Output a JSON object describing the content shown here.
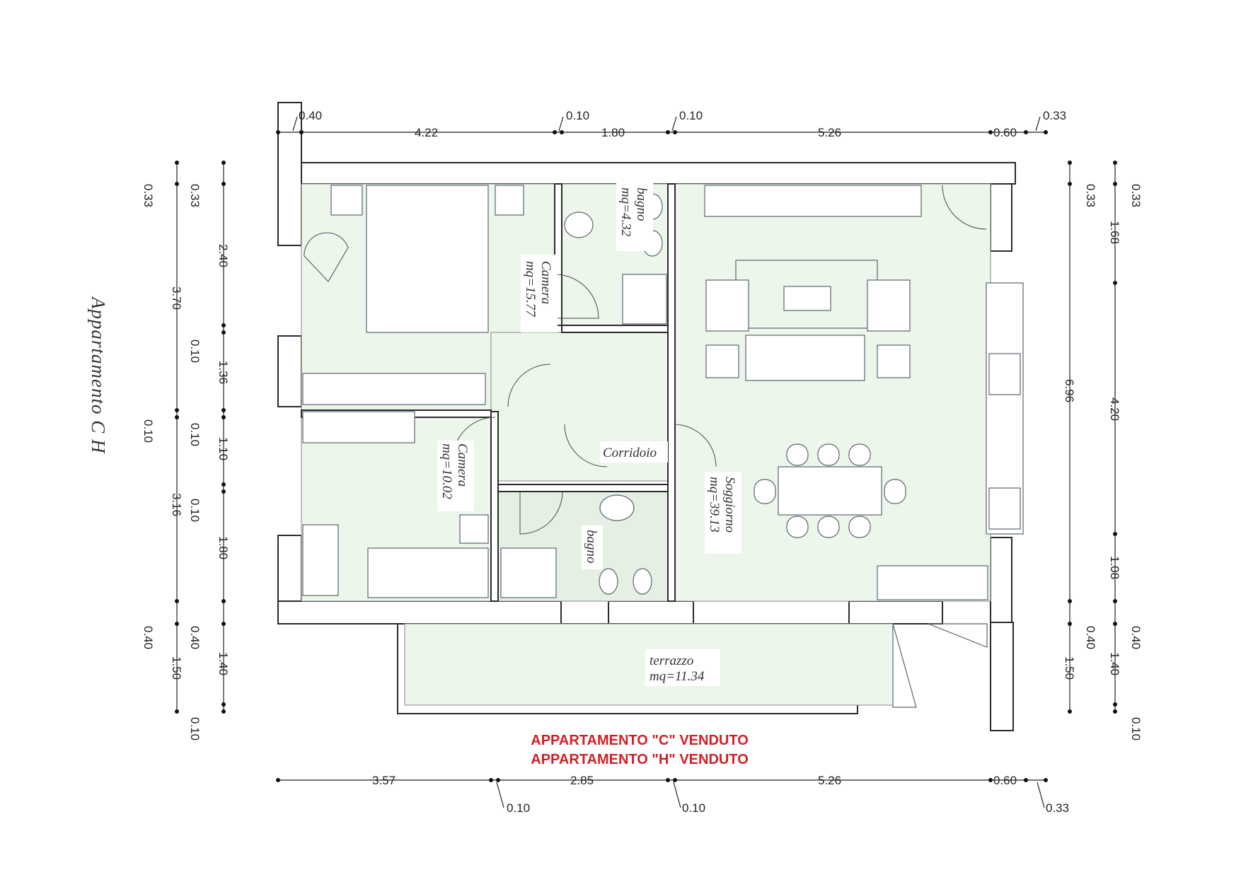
{
  "plan_title": "Appartamento  C  H",
  "sold_notices": [
    "APPARTAMENTO \"C\" VENDUTO",
    "APPARTAMENTO \"H\" VENDUTO"
  ],
  "rooms": {
    "camera1": {
      "name": "Camera",
      "area": "mq=15.77"
    },
    "bagno1": {
      "name": "bagno",
      "area": "mq=4.32"
    },
    "camera2": {
      "name": "Camera",
      "area": "mq=10.02"
    },
    "bagno2": {
      "name": "bagno"
    },
    "corridoio": {
      "name": "Corridoio"
    },
    "soggiorno": {
      "name": "Soggiorno",
      "area": "mq=39.13"
    },
    "terrazzo": {
      "name": "terrazzo",
      "area": "mq=11.34"
    }
  },
  "dims_top": {
    "main": [
      "4.22",
      "1.80",
      "5.26",
      "0.60"
    ],
    "small": [
      "0.40",
      "0.10",
      "0.10",
      "0.33"
    ]
  },
  "dims_bottom": {
    "main": [
      "3.57",
      "2.85",
      "5.26",
      "0.60"
    ],
    "small": [
      "0.10",
      "0.10",
      "0.33"
    ]
  },
  "dims_left_outer": [
    "0.33",
    "3.70",
    "0.10",
    "3.16",
    "0.40",
    "1.50"
  ],
  "dims_left_inner": [
    "0.33",
    "2.40",
    "0.10",
    "1.36",
    "0.10",
    "1.10",
    "0.10",
    "1.80",
    "0.40",
    "1.40",
    "0.10"
  ],
  "dims_right_inner": [
    "0.33",
    "6.96",
    "0.40",
    "1.50"
  ],
  "dims_right_outer": [
    "0.33",
    "1.68",
    "4.20",
    "1.08",
    "0.40",
    "1.40",
    "0.10"
  ],
  "colors": {
    "floor": "#ecf6ea",
    "sold": "#d11f26"
  }
}
